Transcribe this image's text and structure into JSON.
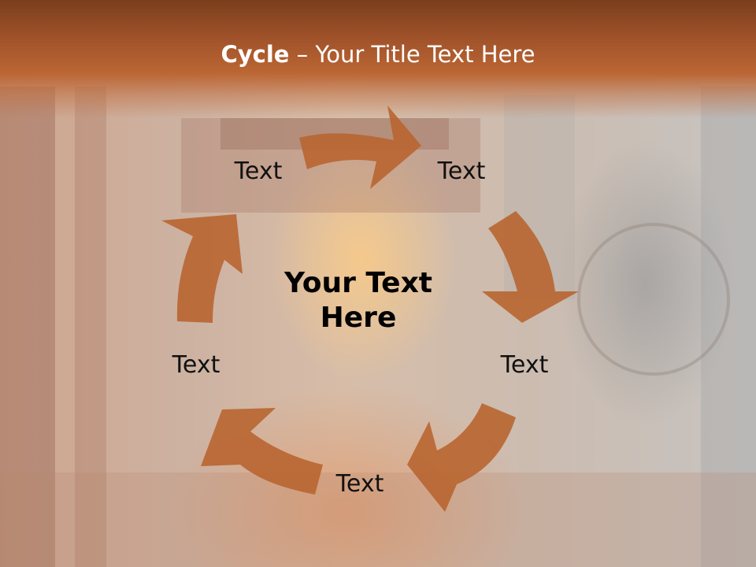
{
  "slide": {
    "title_bold": "Cycle",
    "title_rest": " – Your Title Text Here",
    "center_text_line1": "Your Text",
    "center_text_line2": "Here"
  },
  "cycle": {
    "nodes": [
      {
        "label": "Text"
      },
      {
        "label": "Text"
      },
      {
        "label": "Text"
      },
      {
        "label": "Text"
      },
      {
        "label": "Text"
      }
    ],
    "arrow_color": "#b86530",
    "title_bar_color": "#a3542b"
  }
}
